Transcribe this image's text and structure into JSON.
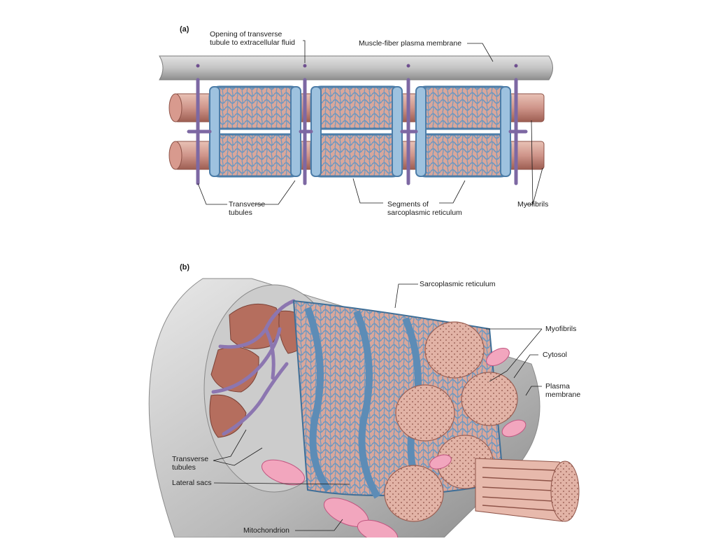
{
  "panel_a": {
    "tag": "(a)",
    "labels": {
      "opening": "Opening of transverse\ntubule to extracellular fluid",
      "membrane": "Muscle-fiber plasma membrane",
      "transverse": "Transverse\ntubules",
      "segments": "Segments of\nsarcoplasmic reticulum",
      "myofibrils": "Myofibrils"
    }
  },
  "panel_b": {
    "tag": "(b)",
    "labels": {
      "sr": "Sarcoplasmic reticulum",
      "myofibrils": "Myofibrils",
      "cytosol": "Cytosol",
      "plasma": "Plasma\nmembrane",
      "transverse": "Transverse\ntubules",
      "lateral": "Lateral sacs",
      "mito": "Mitochondrion"
    }
  },
  "colors": {
    "myofibril": "#d9a79b",
    "myofibril_dark": "#a8685b",
    "reticulum": "#8fb6d6",
    "reticulum_dark": "#3f6f98",
    "ttubule": "#9a86b8",
    "membrane": "#bfbfbf",
    "mitochondrion": "#f0a0b8"
  }
}
